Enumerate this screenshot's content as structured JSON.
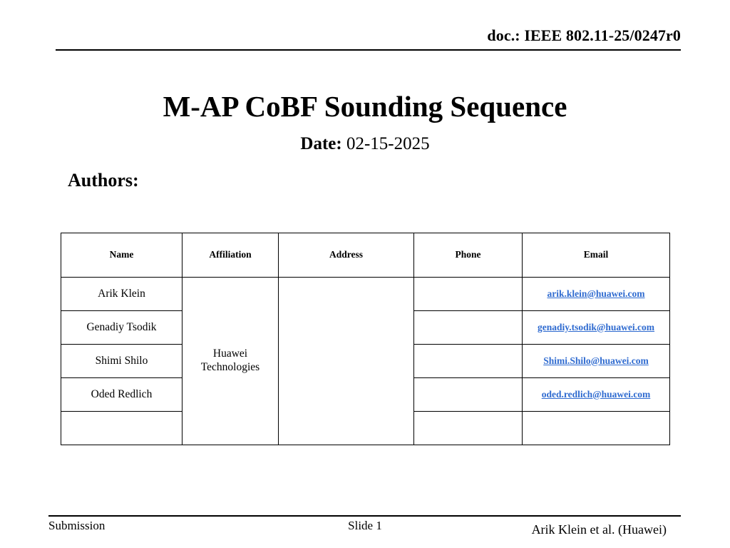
{
  "header": {
    "doc_id": "doc.: IEEE 802.11-25/0247r0"
  },
  "title": "M-AP CoBF Sounding Sequence",
  "date": {
    "label": "Date:",
    "value": "02-15-2025"
  },
  "authors_section": {
    "label": "Authors:"
  },
  "authors_table": {
    "columns": [
      "Name",
      "Affiliation",
      "Address",
      "Phone",
      "Email"
    ],
    "rows": [
      {
        "name": "Arik Klein",
        "affiliation": "Huawei Technologies",
        "address": "",
        "phone": "",
        "email": "arik.klein@huawei.com"
      },
      {
        "name": "Genadiy Tsodik",
        "affiliation": "",
        "address": "",
        "phone": "",
        "email": "genadiy.tsodik@huawei.com"
      },
      {
        "name": "Shimi Shilo",
        "affiliation": "",
        "address": "",
        "phone": "",
        "email": "Shimi.Shilo@huawei.com"
      },
      {
        "name": "Oded Redlich",
        "affiliation": "",
        "address": "",
        "phone": "",
        "email": "oded.redlich@huawei.com"
      },
      {
        "name": "",
        "affiliation": "",
        "address": "",
        "phone": "",
        "email": ""
      }
    ],
    "merged_affiliation": "Huawei Technologies"
  },
  "footer": {
    "left": "Submission",
    "center": "Slide 1",
    "right": "Arik Klein et al. (Huawei)"
  },
  "colors": {
    "link": "#2f6bd0",
    "text": "#000000",
    "background": "#ffffff",
    "rule": "#000000"
  }
}
